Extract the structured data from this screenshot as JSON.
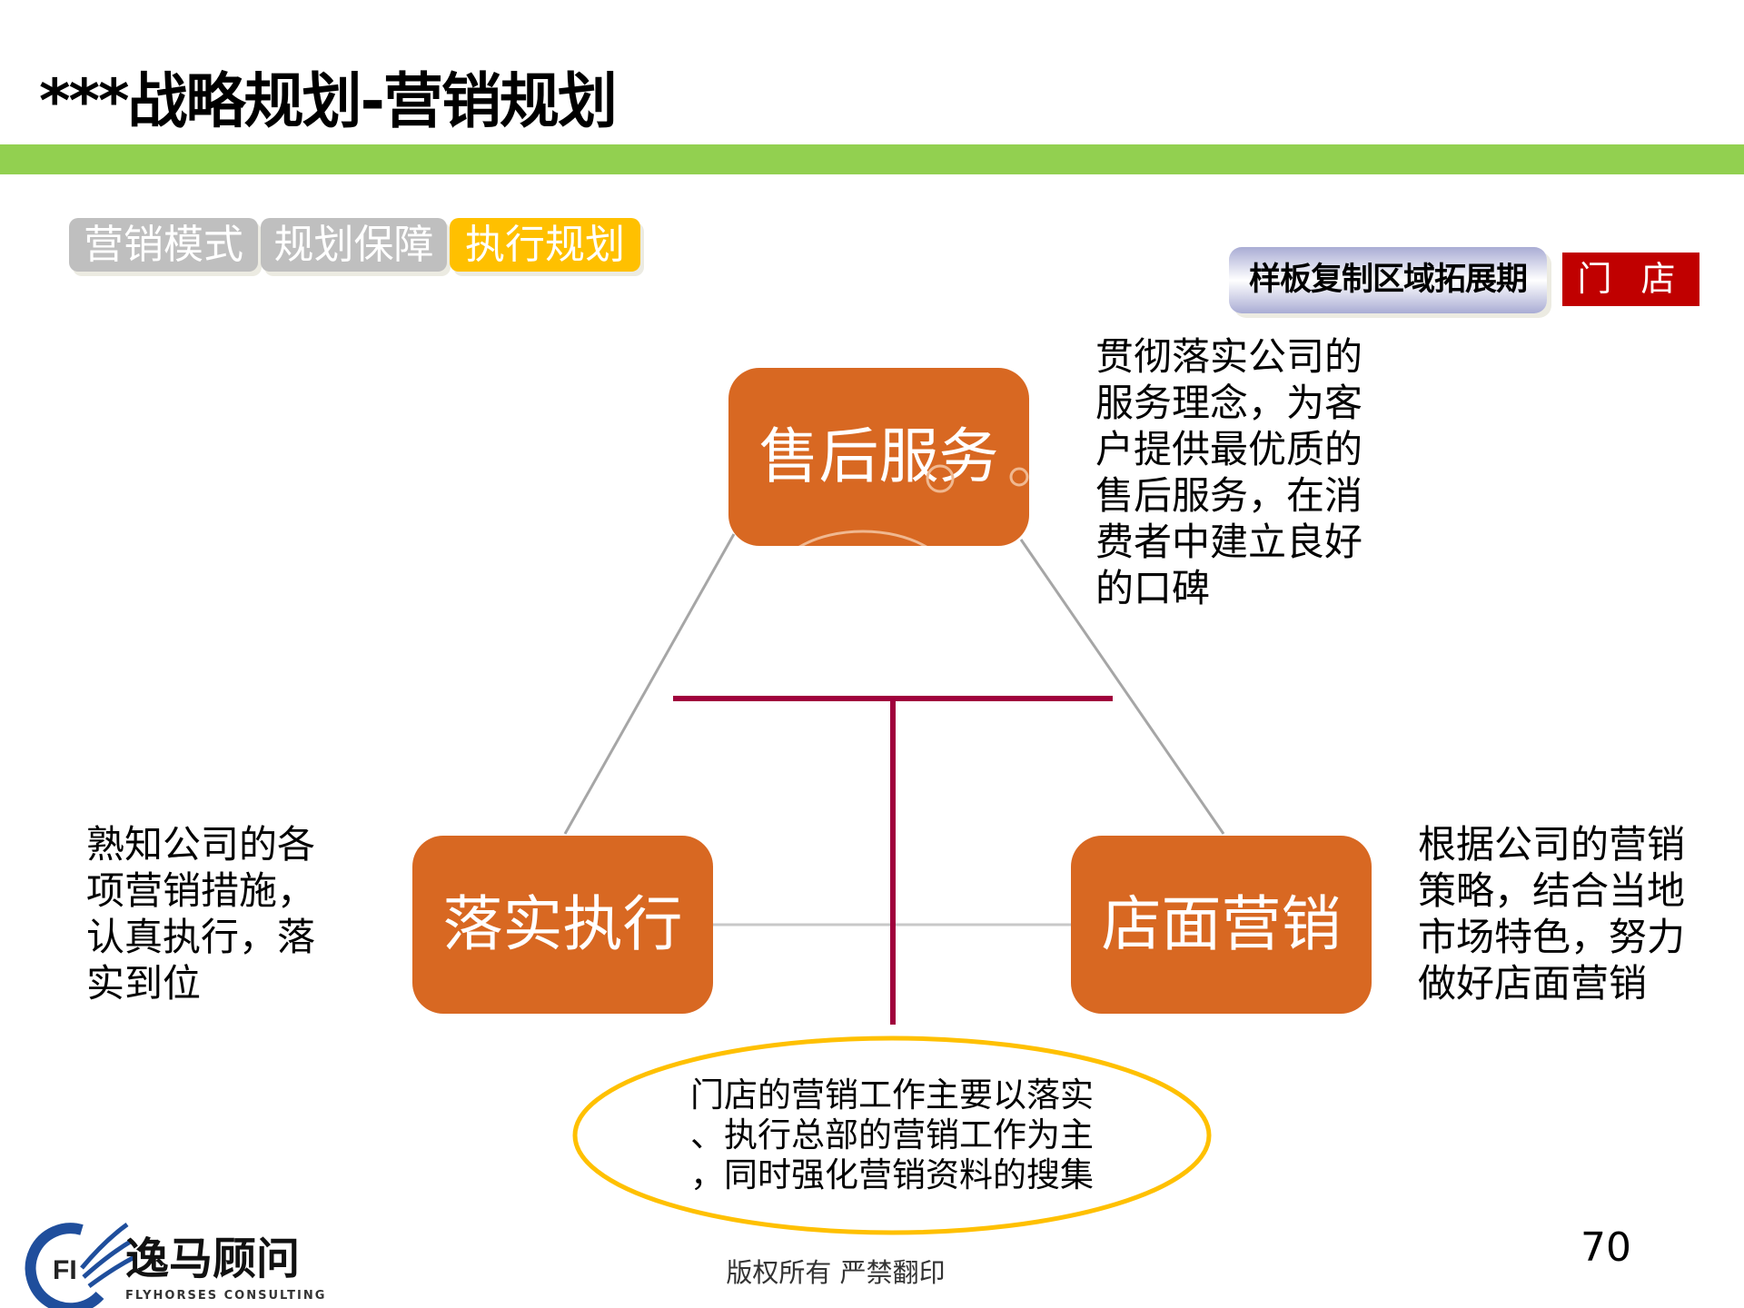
{
  "title": "***战略规划-营销规划",
  "tabs": [
    {
      "label": "营销模式",
      "active": false
    },
    {
      "label": "规划保障",
      "active": false
    },
    {
      "label": "执行规划",
      "active": true
    }
  ],
  "stage_badge": "样板复制区域拓展期",
  "store_badge": "门 店",
  "diagram": {
    "top_box": "售后服务",
    "left_box": "落实执行",
    "right_box": "店面营销",
    "top_desc": "贯彻落实公司的\n服务理念，为客\n户提供最优质的\n售后服务，在消\n费者中建立良好\n的口碑",
    "left_desc": "熟知公司的各\n项营销措施，\n认真执行，落\n实到位",
    "right_desc": "根据公司的营销\n策略，结合当地\n市场特色，努力\n做好店面营销",
    "ellipse_text": "门店的营销工作主要以落实\n、执行总部的营销工作为主\n，同时强化营销资料的搜集"
  },
  "footer": {
    "copyright": "版权所有  严禁翻印",
    "page_number": "70",
    "logo_cn": "逸马顾问",
    "logo_en": "FLYHORSES CONSULTING"
  },
  "colors": {
    "green": "#92d050",
    "orange": "#d86822",
    "gold": "#ffc000",
    "red": "#c00000",
    "maroon": "#a0003c"
  }
}
